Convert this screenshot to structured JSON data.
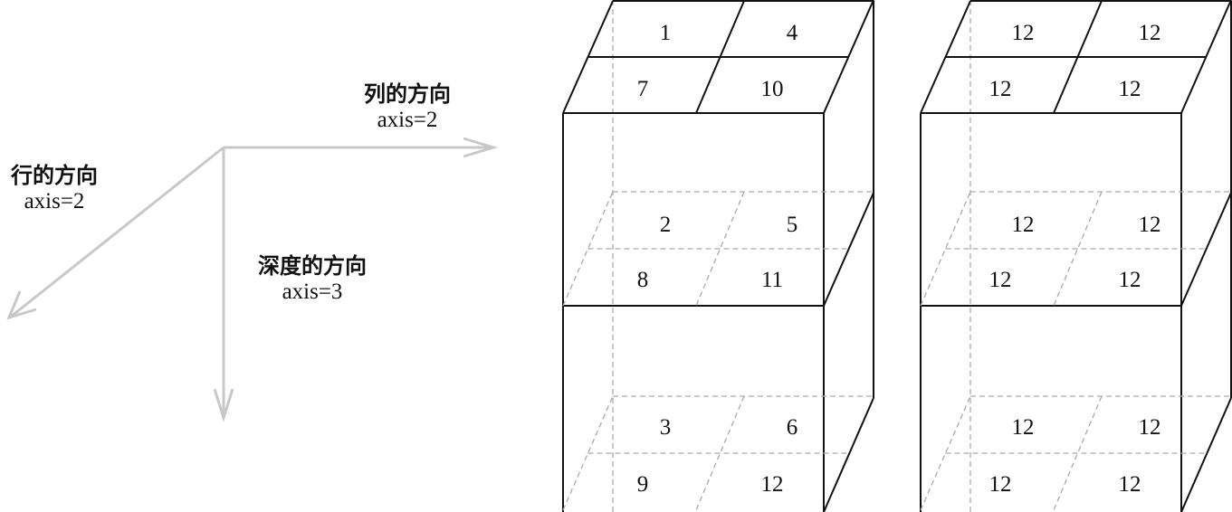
{
  "labels": {
    "column": {
      "title": "列的方向",
      "axis": "axis=2"
    },
    "row": {
      "title": "行的方向",
      "axis": "axis=2"
    },
    "depth": {
      "title": "深度的方向",
      "axis": "axis=3"
    }
  },
  "colors": {
    "arrow": "#c8c8c8",
    "line": "#111111",
    "dashed": "#aaaaaa"
  },
  "cubes": [
    {
      "name": "input-cube",
      "layers": [
        [
          "1",
          "4",
          "7",
          "10"
        ],
        [
          "2",
          "5",
          "8",
          "11"
        ],
        [
          "3",
          "6",
          "9",
          "12"
        ]
      ]
    },
    {
      "name": "result-cube",
      "layers": [
        [
          "12",
          "12",
          "12",
          "12"
        ],
        [
          "12",
          "12",
          "12",
          "12"
        ],
        [
          "12",
          "12",
          "12",
          "12"
        ]
      ]
    }
  ]
}
